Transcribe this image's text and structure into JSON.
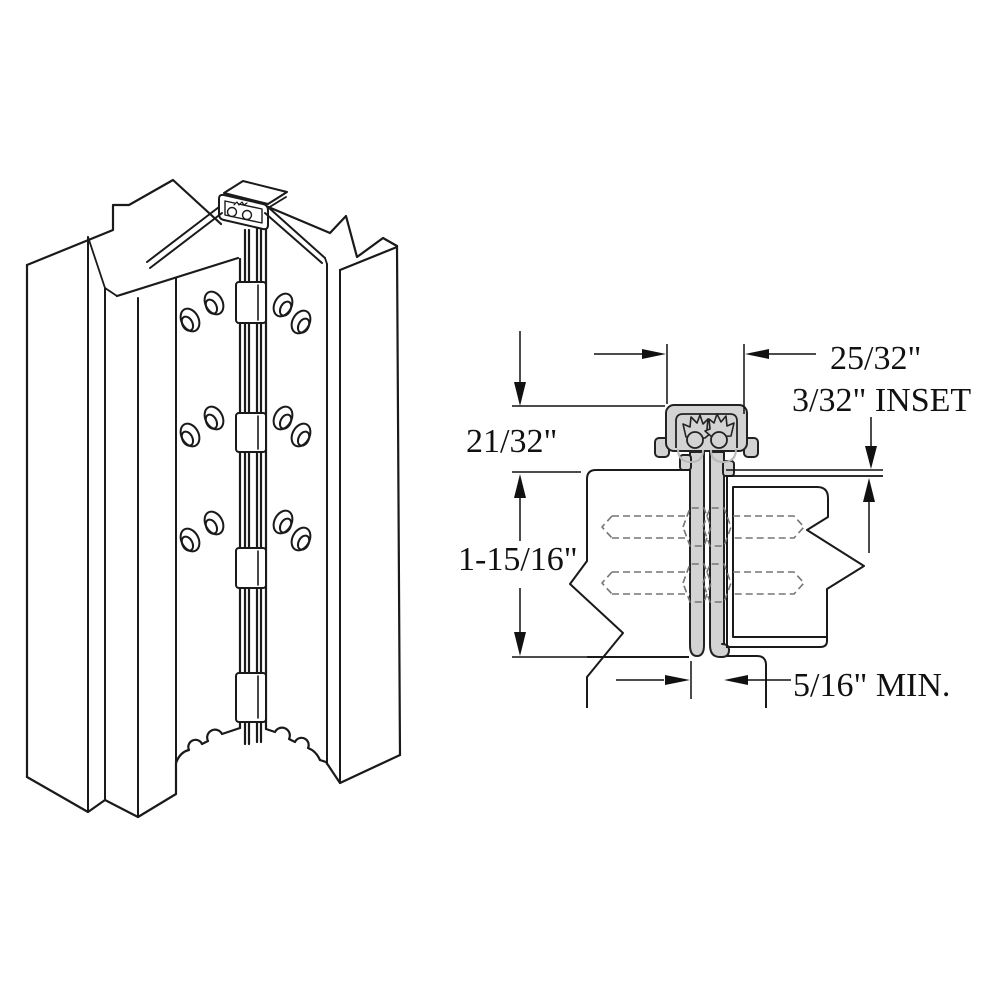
{
  "labels": {
    "width": "25/32\"",
    "inset": "3/32\" INSET",
    "projection": "21/32\"",
    "leaf": "1-15/16\"",
    "clearance": "5/16\" MIN."
  },
  "colors": {
    "line": "#1a1a1a",
    "hinge_fill": "#d3d3d3",
    "dashed_line": "#757575",
    "light_arc": "#b8b8b8",
    "background": "#ffffff"
  }
}
